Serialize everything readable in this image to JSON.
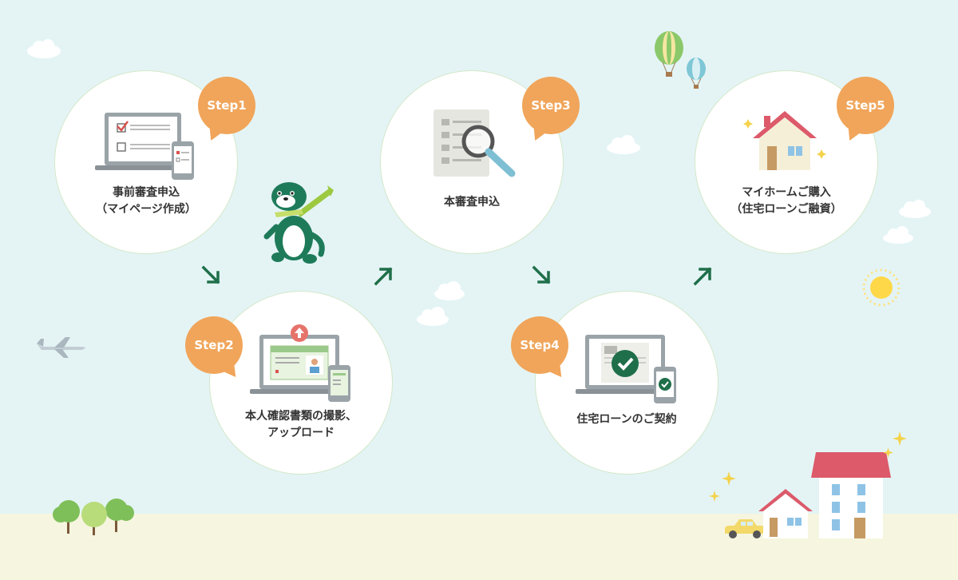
{
  "steps": [
    {
      "badge": "Step1",
      "line1": "事前審査申込",
      "line2": "（マイページ作成）"
    },
    {
      "badge": "Step2",
      "line1": "本人確認書類の撮影、",
      "line2": "アップロード"
    },
    {
      "badge": "Step3",
      "line1": "本審査申込",
      "line2": ""
    },
    {
      "badge": "Step4",
      "line1": "住宅ローンのご契約",
      "line2": ""
    },
    {
      "badge": "Step5",
      "line1": "マイホームご購入",
      "line2": "（住宅ローンご融資）"
    }
  ],
  "icons": {
    "step1": "laptop-checklist-icon",
    "step2": "laptop-upload-id-icon",
    "step3": "document-magnifier-icon",
    "step4": "laptop-contract-check-icon",
    "step5": "house-icon",
    "flow_arrow": "arrow-icon",
    "mascot": "otter-mascot-icon",
    "airplane": "airplane-icon",
    "balloon": "hot-air-balloon-icon",
    "sun": "sun-icon",
    "car": "car-icon",
    "trees": "trees-icon"
  },
  "colors": {
    "background": "#e4f4f5",
    "ground": "#f6f5df",
    "badge": "#f0a55a",
    "accent_green": "#1f6f4a",
    "roof_red": "#dc5a6a",
    "sun": "#ffd84a"
  }
}
